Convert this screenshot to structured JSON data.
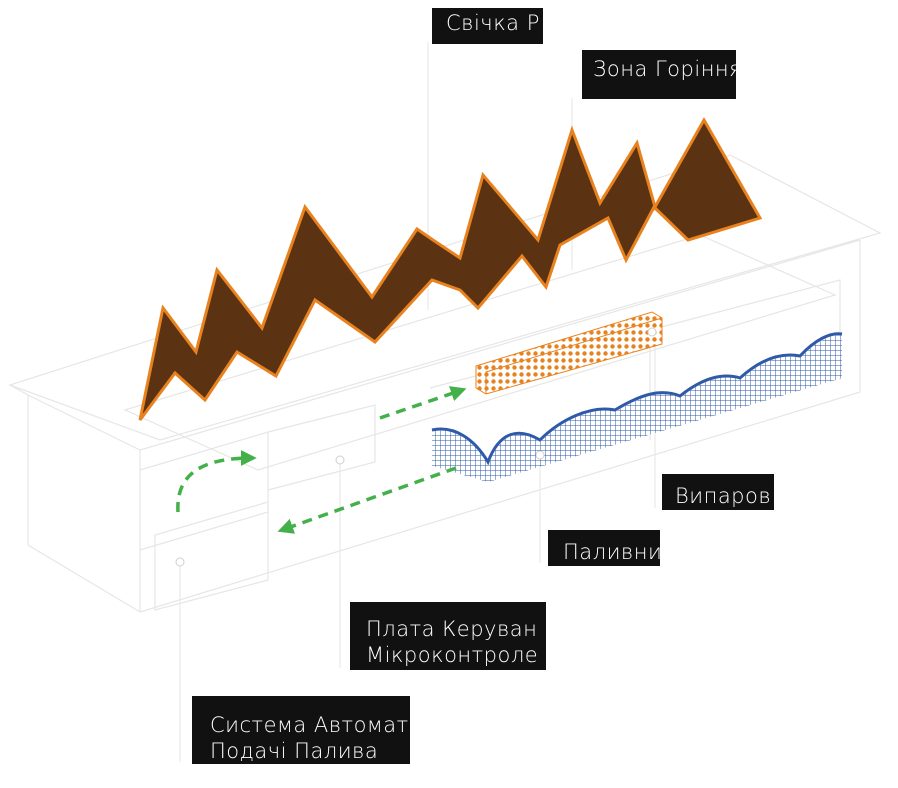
{
  "labels": {
    "spark_plug": "Свічка Р",
    "combustion_zone": "Зона Горіння",
    "evaporator": "Випаров",
    "fuel_tank": "Паливни",
    "control_board_line1": "Плата Керуван",
    "control_board_line2": "Мікроконтроле",
    "fuel_system_line1": "Система Автомат",
    "fuel_system_line2": "Подачі Палива"
  },
  "colors": {
    "flame_fill": "#5b3212",
    "flame_stroke": "#e8821e",
    "evaporator_pattern": "#e8821e",
    "fuel_pattern": "#2f5aa8",
    "flow_arrow": "#44b04a",
    "body_line": "#e6e6e6",
    "label_bg": "#111111",
    "label_text": "#ffffff"
  }
}
